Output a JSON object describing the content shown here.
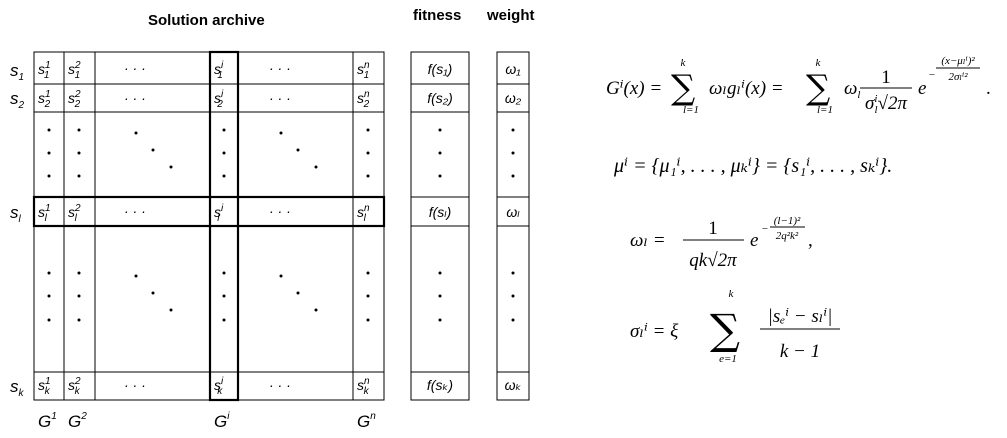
{
  "headers": {
    "archive": "Solution archive",
    "fitness": "fitness",
    "weight": "weight"
  },
  "rows": [
    {
      "base": "s",
      "sub": "1"
    },
    {
      "base": "s",
      "sub": "2"
    },
    {
      "base": "s",
      "sub": "l"
    },
    {
      "base": "s",
      "sub": "k"
    }
  ],
  "columns": [
    {
      "base": "G",
      "sup": "1"
    },
    {
      "base": "G",
      "sup": "2"
    },
    {
      "base": "G",
      "sup": "i"
    },
    {
      "base": "G",
      "sup": "n"
    }
  ],
  "fitness_values": [
    "f(s₁)",
    "f(s₂)",
    "f(sₗ)",
    "f(sₖ)"
  ],
  "weight_values": [
    "ω₁",
    "ω₂",
    "ωₗ",
    "ωₖ"
  ],
  "ellipsis": "· · ·",
  "formulas": {
    "gaussian_lhs": "Gⁱ(x) =",
    "gaussian_mid": "ωₗgₗⁱ(x) =",
    "gaussian_exp": "(x−μₗⁱ)²",
    "gaussian_exp_den": "2σₗⁱ²",
    "mu": "μⁱ = {μ₁ⁱ, . . . , μₖⁱ} = {s₁ⁱ, . . . , sₖⁱ}.",
    "omega_lhs": "ωₗ =",
    "omega_den": "qk√2π",
    "omega_exp": "(l−1)²",
    "omega_exp_den": "2q²k²",
    "sigma_lhs": "σₗⁱ = ξ",
    "sigma_num": "|sₑⁱ − sₗⁱ|",
    "sigma_den": "k − 1",
    "sum_from": "l=1",
    "sum_from_e": "e=1",
    "sum_to": "k"
  }
}
